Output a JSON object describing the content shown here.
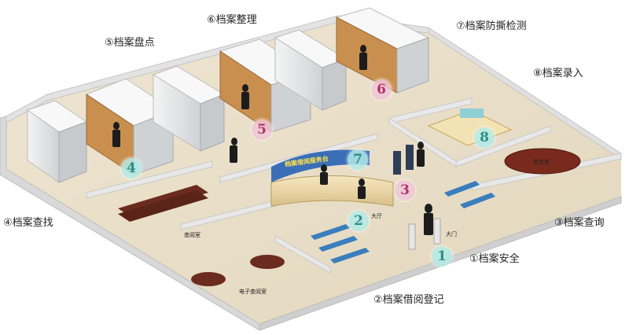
{
  "labels": {
    "l1": "①档案安全",
    "l2": "②档案借阅登记",
    "l3": "③档案查询",
    "l4": "④档案查找",
    "l5": "⑤档案盘点",
    "l6": "⑥档案整理",
    "l7": "⑦档案防撕检测",
    "l8": "⑧档案录入"
  },
  "markers": [
    "1",
    "2",
    "3",
    "4",
    "5",
    "6",
    "7",
    "8"
  ],
  "rooms": {
    "hall": "大厅",
    "gate": "大门",
    "reading": "查阅室",
    "e_reading": "电子查阅室",
    "meeting": "贵宾室"
  },
  "desk_sign": "档案借阅服务台"
}
